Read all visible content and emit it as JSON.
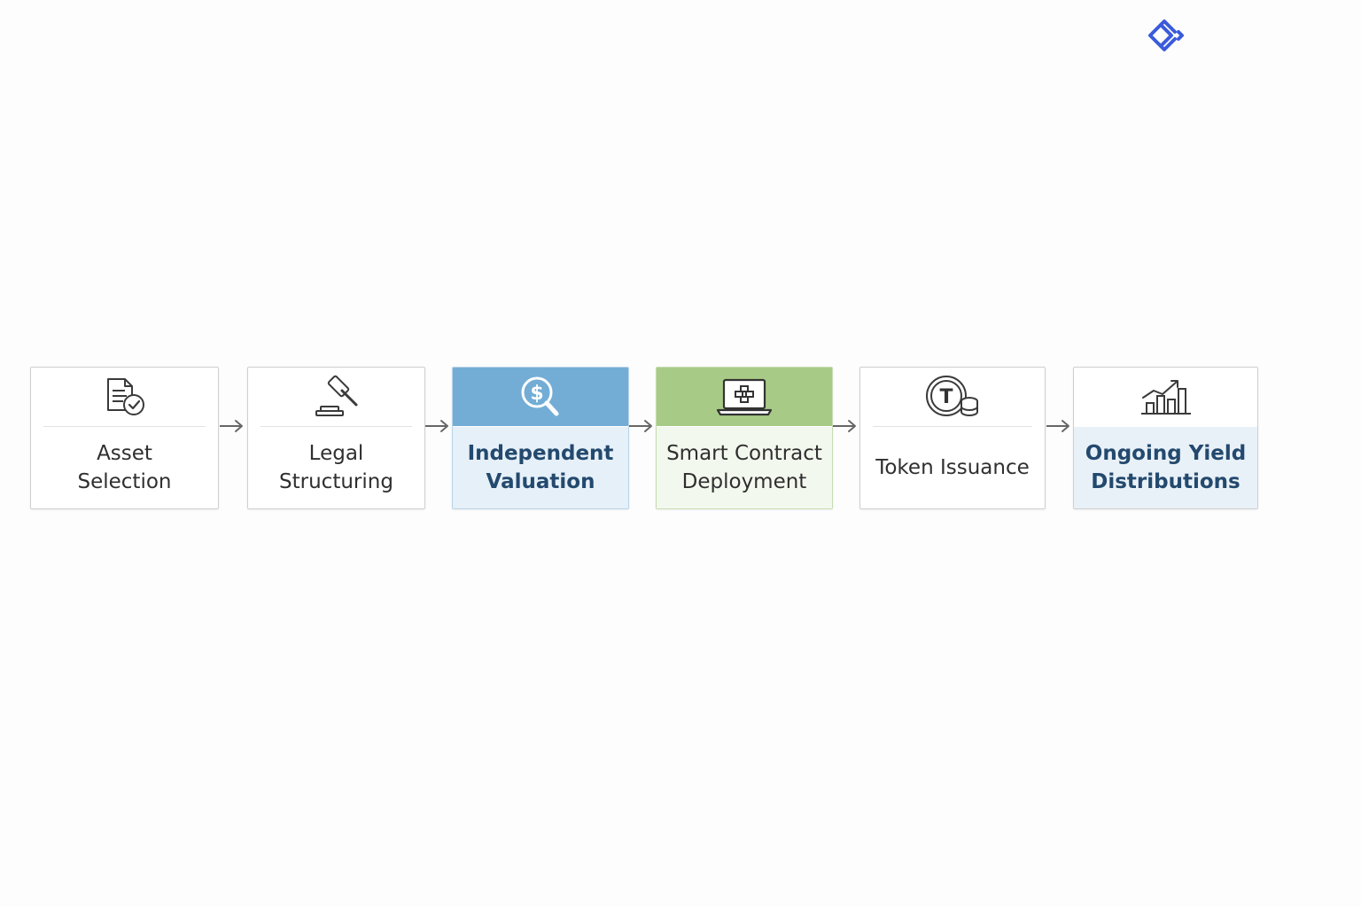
{
  "brand": {
    "logo_icon": "brand-diamond-icon",
    "logo_color": "#3b5bdb"
  },
  "colors": {
    "highlight_blue": "#73add6",
    "highlight_green": "#a7cb86",
    "label_dark_blue": "#23496e"
  },
  "steps": [
    {
      "label": "Asset\nSelection",
      "icon": "document-check-icon",
      "style": "plain"
    },
    {
      "label": "Legal\nStructuring",
      "icon": "gavel-icon",
      "style": "plain"
    },
    {
      "label": "Independent\nValuation",
      "icon": "dollar-magnifier-icon",
      "style": "blue"
    },
    {
      "label": "Smart Contract\nDeployment",
      "icon": "laptop-contract-icon",
      "style": "green"
    },
    {
      "label": "Token Issuance",
      "icon": "token-coins-icon",
      "style": "plain"
    },
    {
      "label": "Ongoing Yield\nDistributions",
      "icon": "growth-chart-icon",
      "style": "pale"
    }
  ]
}
